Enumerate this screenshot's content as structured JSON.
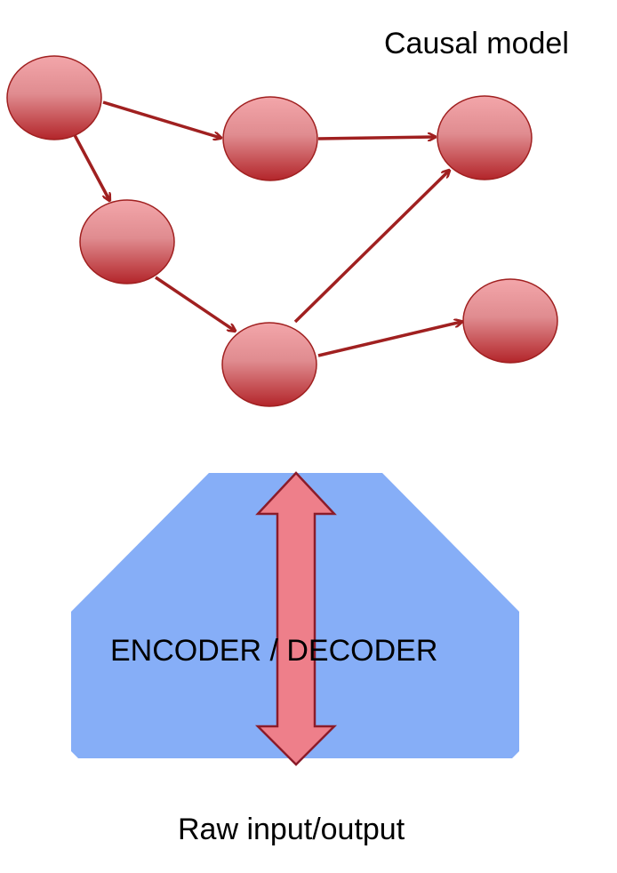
{
  "title": "Causal model",
  "encoder_label": "ENCODER / DECODER",
  "bottom_label": "Raw input/output",
  "colors": {
    "node_top": "#f0a0a4",
    "node_bottom": "#b82a2a",
    "node_stroke": "#a02020",
    "edge": "#a02020",
    "encoder_fill": "#86aef7",
    "arrow_fill": "#ee7f8a",
    "arrow_stroke": "#8b1c2a"
  }
}
